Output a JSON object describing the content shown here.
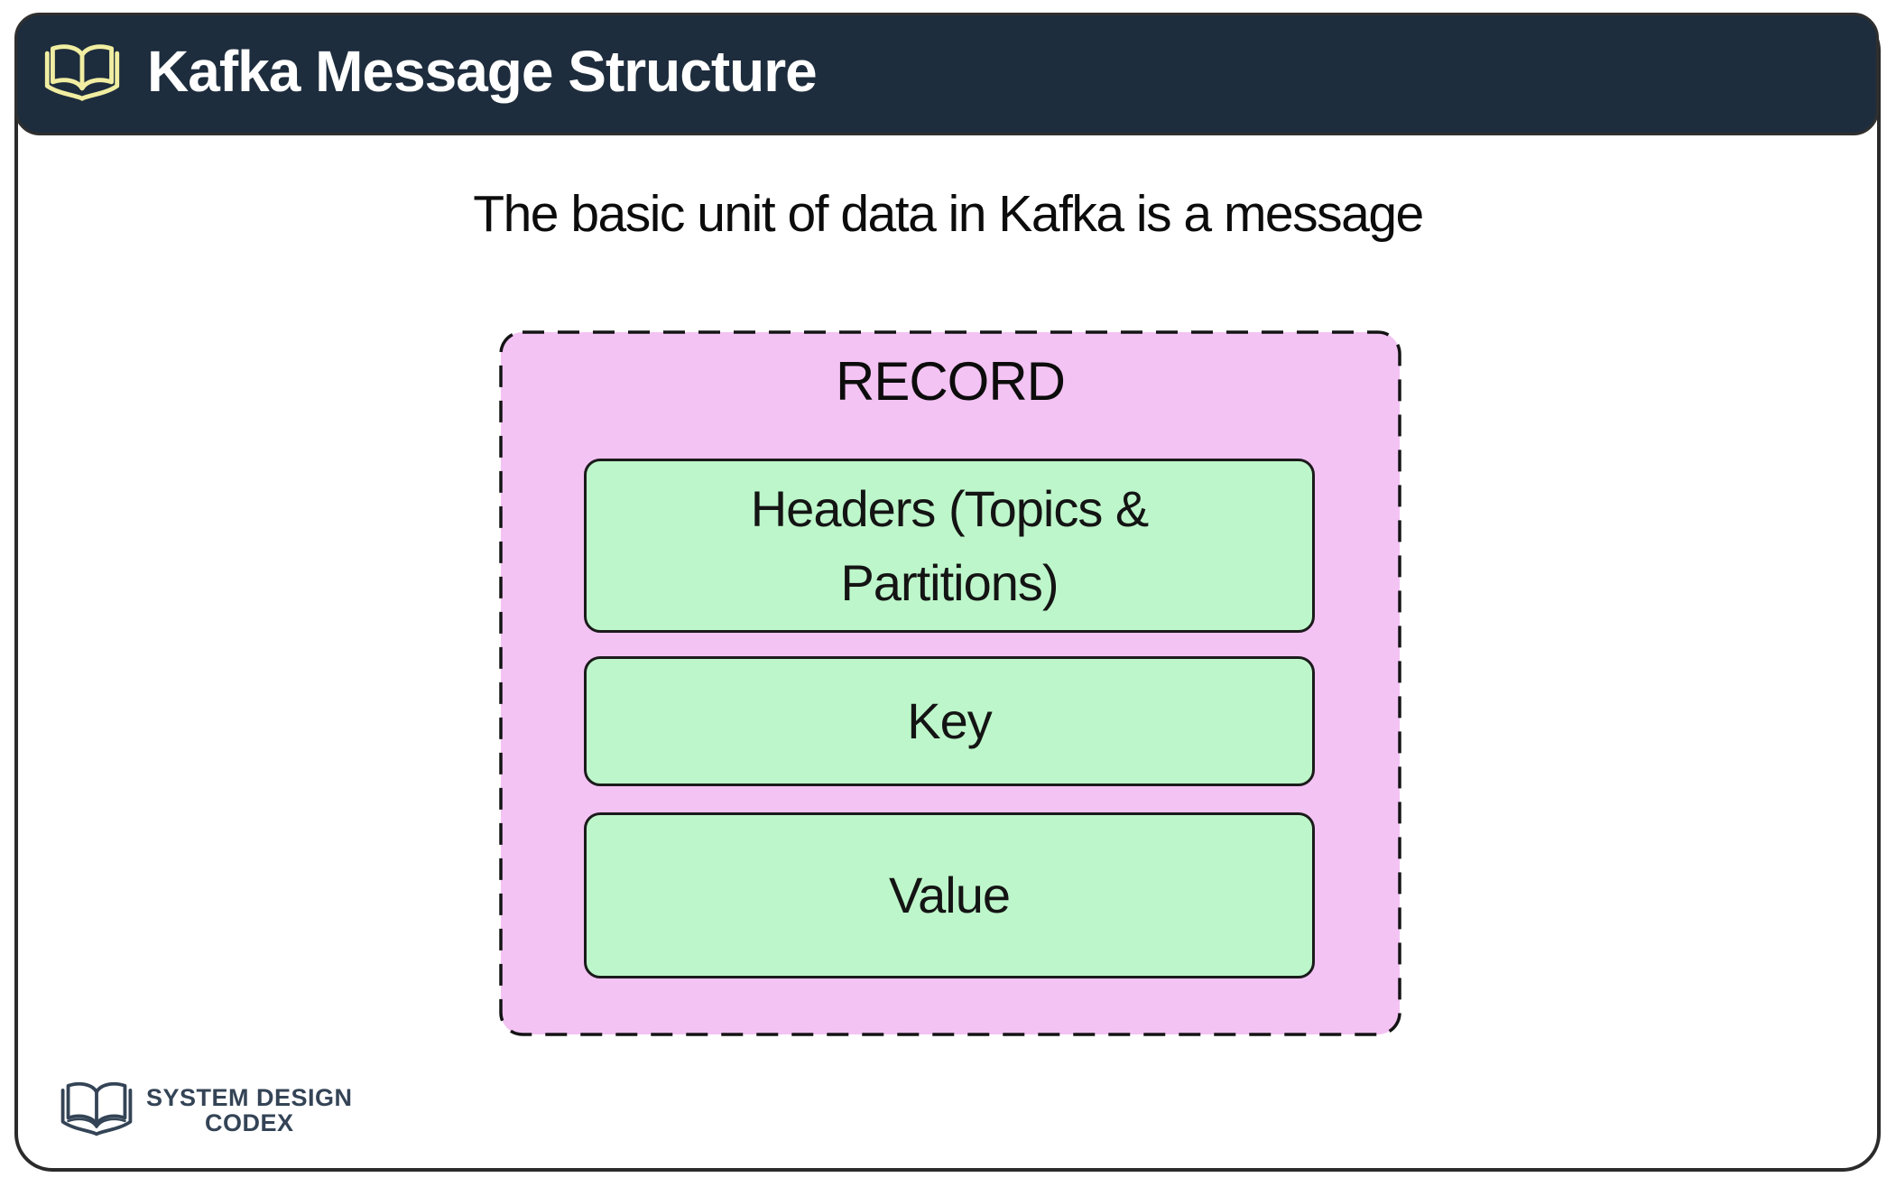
{
  "header": {
    "title": "Kafka Message Structure",
    "icon": "open-book-icon",
    "bg_color": "#1e2d3d",
    "icon_color": "#f1eea2",
    "title_color": "#ffffff"
  },
  "subtitle": "The basic unit of data in Kafka is a message",
  "record": {
    "label": "RECORD",
    "bg_color": "#f3c3f3",
    "border_style": "black dashed",
    "field_bg_color": "#bdf6ca",
    "field_border_color": "#1b1b1b",
    "fields": [
      {
        "label": "Headers (Topics & Partitions)"
      },
      {
        "label": "Key"
      },
      {
        "label": "Value"
      }
    ]
  },
  "footer_logo": {
    "icon": "open-book-icon",
    "line1": "SYSTEM DESIGN",
    "line2": "CODEX",
    "color": "#344456"
  }
}
